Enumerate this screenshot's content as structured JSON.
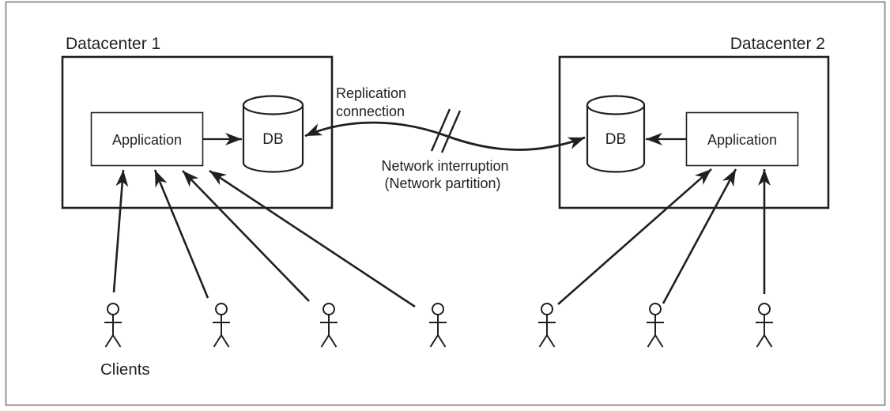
{
  "diagram": {
    "datacenter1": {
      "label": "Datacenter 1",
      "application": "Application",
      "db": "DB",
      "client_count": 4
    },
    "datacenter2": {
      "label": "Datacenter 2",
      "application": "Application",
      "db": "DB",
      "client_count": 3
    },
    "replication_label": {
      "line1": "Replication",
      "line2": "connection"
    },
    "network_interruption": {
      "line1": "Network interruption",
      "line2": "(Network partition)"
    },
    "clients_label": "Clients",
    "icons": {
      "database": "database-cylinder-icon",
      "client": "stick-person-icon",
      "interruption": "double-slash-break-icon",
      "arrow": "solid-arrowhead"
    },
    "colors": {
      "ink": "#231f20",
      "frame": "#8a8a8a",
      "background": "#ffffff"
    }
  }
}
